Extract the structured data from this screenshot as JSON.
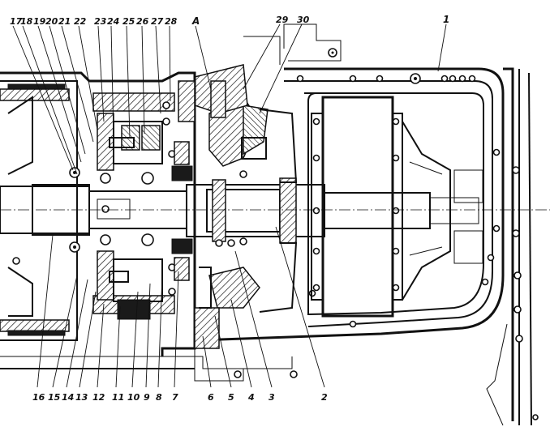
{
  "figure": {
    "top_callouts": [
      "17",
      "18",
      "19",
      "20",
      "21",
      "22",
      "23",
      "24",
      "25",
      "26",
      "27",
      "28",
      "A",
      "29",
      "30",
      "1"
    ],
    "bottom_callouts": [
      "16",
      "15",
      "14",
      "13",
      "12",
      "11",
      "10",
      "9",
      "8",
      "7",
      "6",
      "5",
      "4",
      "3",
      "2"
    ]
  }
}
